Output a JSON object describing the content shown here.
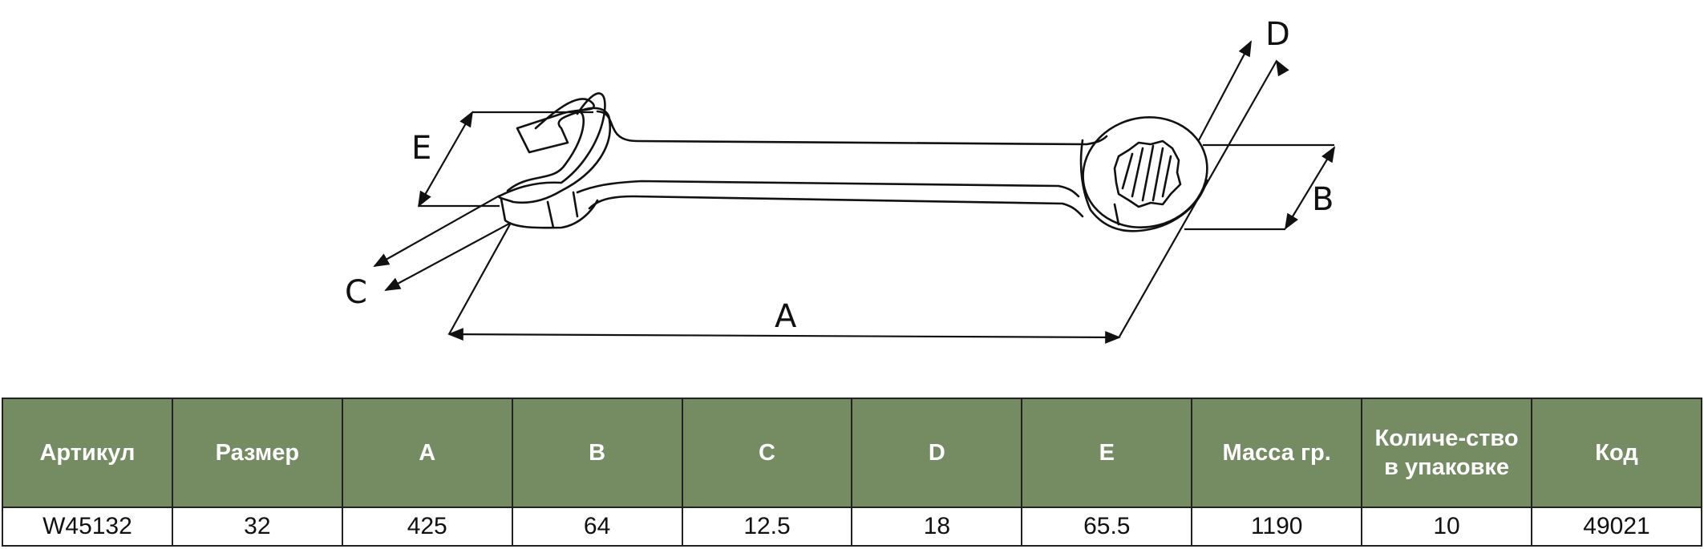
{
  "diagram": {
    "labels": {
      "A": "A",
      "B": "B",
      "C": "C",
      "D": "D",
      "E": "E"
    }
  },
  "table": {
    "headers": [
      "Артикул",
      "Размер",
      "A",
      "B",
      "C",
      "D",
      "E",
      "Масса гр.",
      "Количе-ство в упаковке",
      "Код"
    ],
    "rows": [
      [
        "W45132",
        "32",
        "425",
        "64",
        "12.5",
        "18",
        "65.5",
        "1190",
        "10",
        "49021"
      ]
    ]
  },
  "colors": {
    "header_bg": "#758b62",
    "header_text": "#ffffff"
  }
}
